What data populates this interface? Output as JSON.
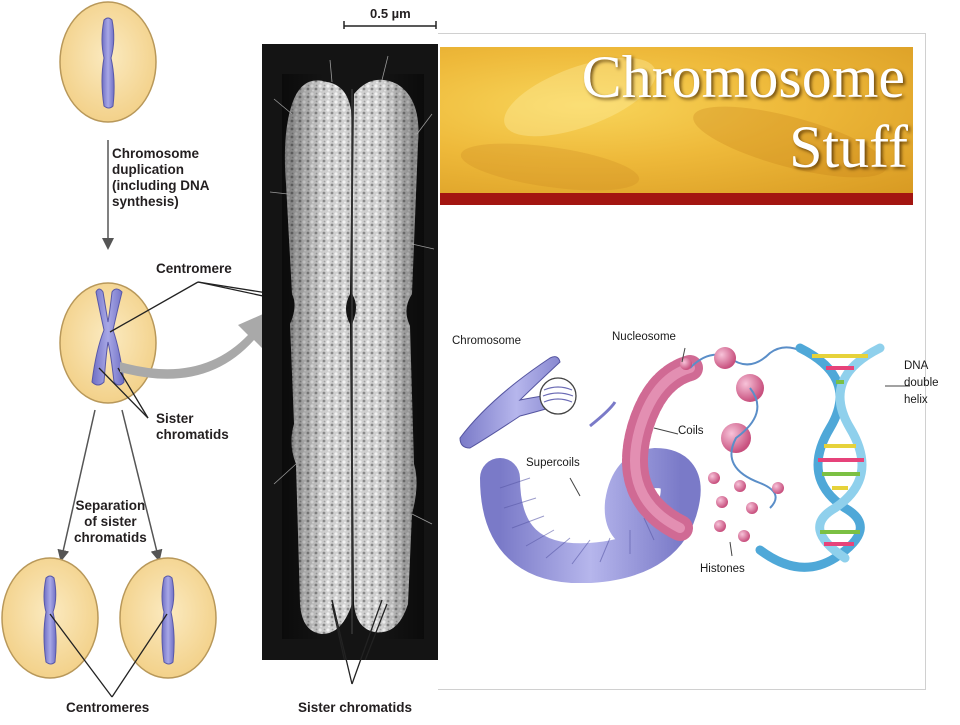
{
  "title": {
    "line1": "Chromosome",
    "line2": "Stuff"
  },
  "scale_bar": {
    "label": "0.5 µm"
  },
  "left_diagram": {
    "step1_label": [
      "Chromosome",
      "duplication",
      "(including DNA",
      "synthesis)"
    ],
    "centromere_label": "Centromere",
    "sister_chromatids_label": [
      "Sister",
      "chromatids"
    ],
    "separation_label": [
      "Separation",
      "of sister",
      "chromatids"
    ],
    "centromeres_label": "Centromeres"
  },
  "micrograph": {
    "sister_chromatids_label": "Sister chromatids"
  },
  "dna_illustration": {
    "chromosome_label": "Chromosome",
    "nucleosome_label": "Nucleosome",
    "coils_label": "Coils",
    "supercoils_label": "Supercoils",
    "histones_label": "Histones",
    "dna_label": [
      "DNA",
      "double",
      "helix"
    ]
  },
  "colors": {
    "chromosome": "#8f8fd6",
    "cell": "#f6dea6",
    "banner_red": "#a31511",
    "banner_gold": "#eeb93a",
    "nucleosome": "#e0709a"
  }
}
